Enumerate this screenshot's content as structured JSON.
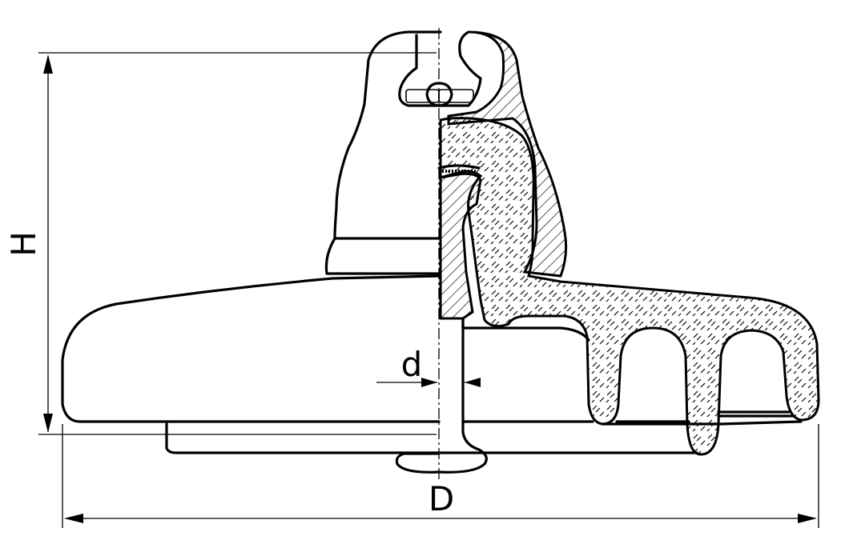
{
  "labels": {
    "height": "H",
    "diameter": "D",
    "pin_diameter": "d"
  },
  "colors": {
    "line": "#000000",
    "background": "#ffffff"
  }
}
